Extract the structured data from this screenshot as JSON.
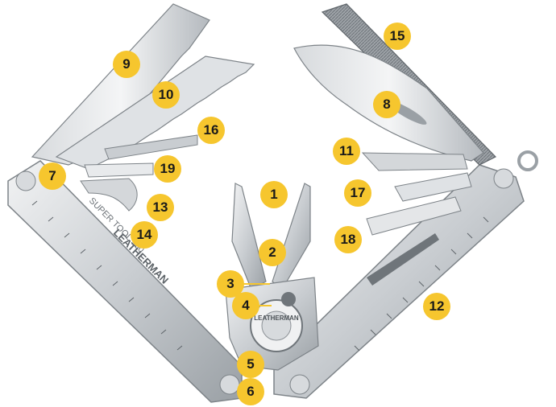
{
  "colors": {
    "marker_fill": "#f6c62e",
    "marker_text": "#1a1a1a",
    "steel_light": "#e8eaec",
    "steel_mid": "#c3c7cb",
    "steel_dark": "#8d9297"
  },
  "brand_text": "LEATHERMAN",
  "model_text": "SUPER TOOL 300",
  "callouts": [
    {
      "id": "c1",
      "label": "1"
    },
    {
      "id": "c2",
      "label": "2"
    },
    {
      "id": "c3",
      "label": "3"
    },
    {
      "id": "c4",
      "label": "4"
    },
    {
      "id": "c5",
      "label": "5"
    },
    {
      "id": "c6",
      "label": "6"
    },
    {
      "id": "c7",
      "label": "7"
    },
    {
      "id": "c8",
      "label": "8"
    },
    {
      "id": "c9",
      "label": "9"
    },
    {
      "id": "c10",
      "label": "10"
    },
    {
      "id": "c11",
      "label": "11"
    },
    {
      "id": "c12",
      "label": "12"
    },
    {
      "id": "c13",
      "label": "13"
    },
    {
      "id": "c14",
      "label": "14"
    },
    {
      "id": "c15",
      "label": "15"
    },
    {
      "id": "c16",
      "label": "16"
    },
    {
      "id": "c17",
      "label": "17"
    },
    {
      "id": "c18",
      "label": "18"
    },
    {
      "id": "c19",
      "label": "19"
    }
  ]
}
